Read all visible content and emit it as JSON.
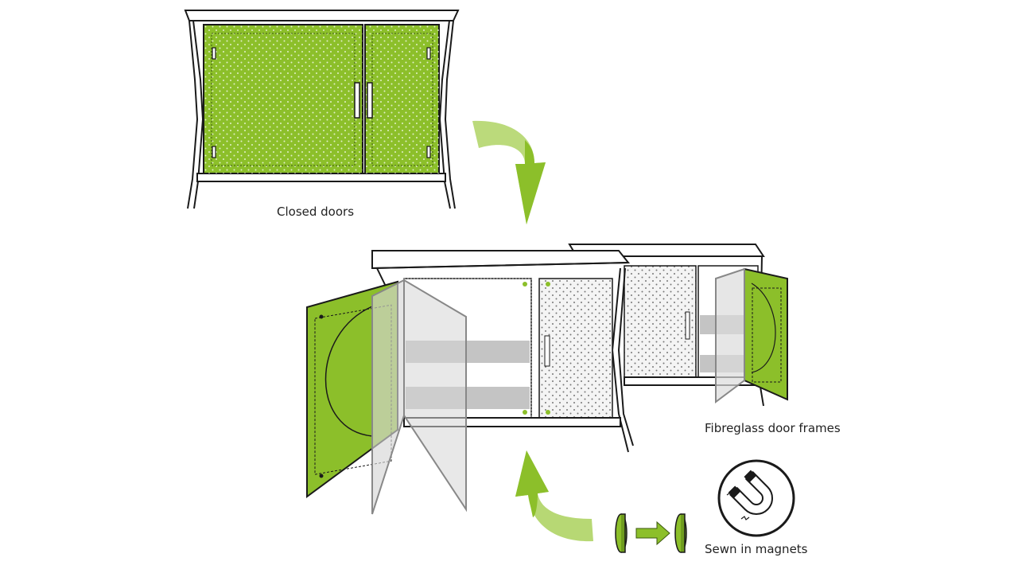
{
  "labels": {
    "closed_doors": "Closed doors",
    "door_frames": "Fibreglass door frames",
    "magnets": "Sewn in magnets"
  },
  "colors": {
    "green": "#8cbf2a",
    "green_light": "#b7d874",
    "arrow_green": "#9cc73c",
    "outline": "#1a1a1a",
    "panel_grey": "#d5d5d5",
    "shelf_grey": "#c4c4c4"
  },
  "icons": [
    "curved-arrow-icon",
    "horseshoe-magnet-icon",
    "right-arrow-icon"
  ]
}
